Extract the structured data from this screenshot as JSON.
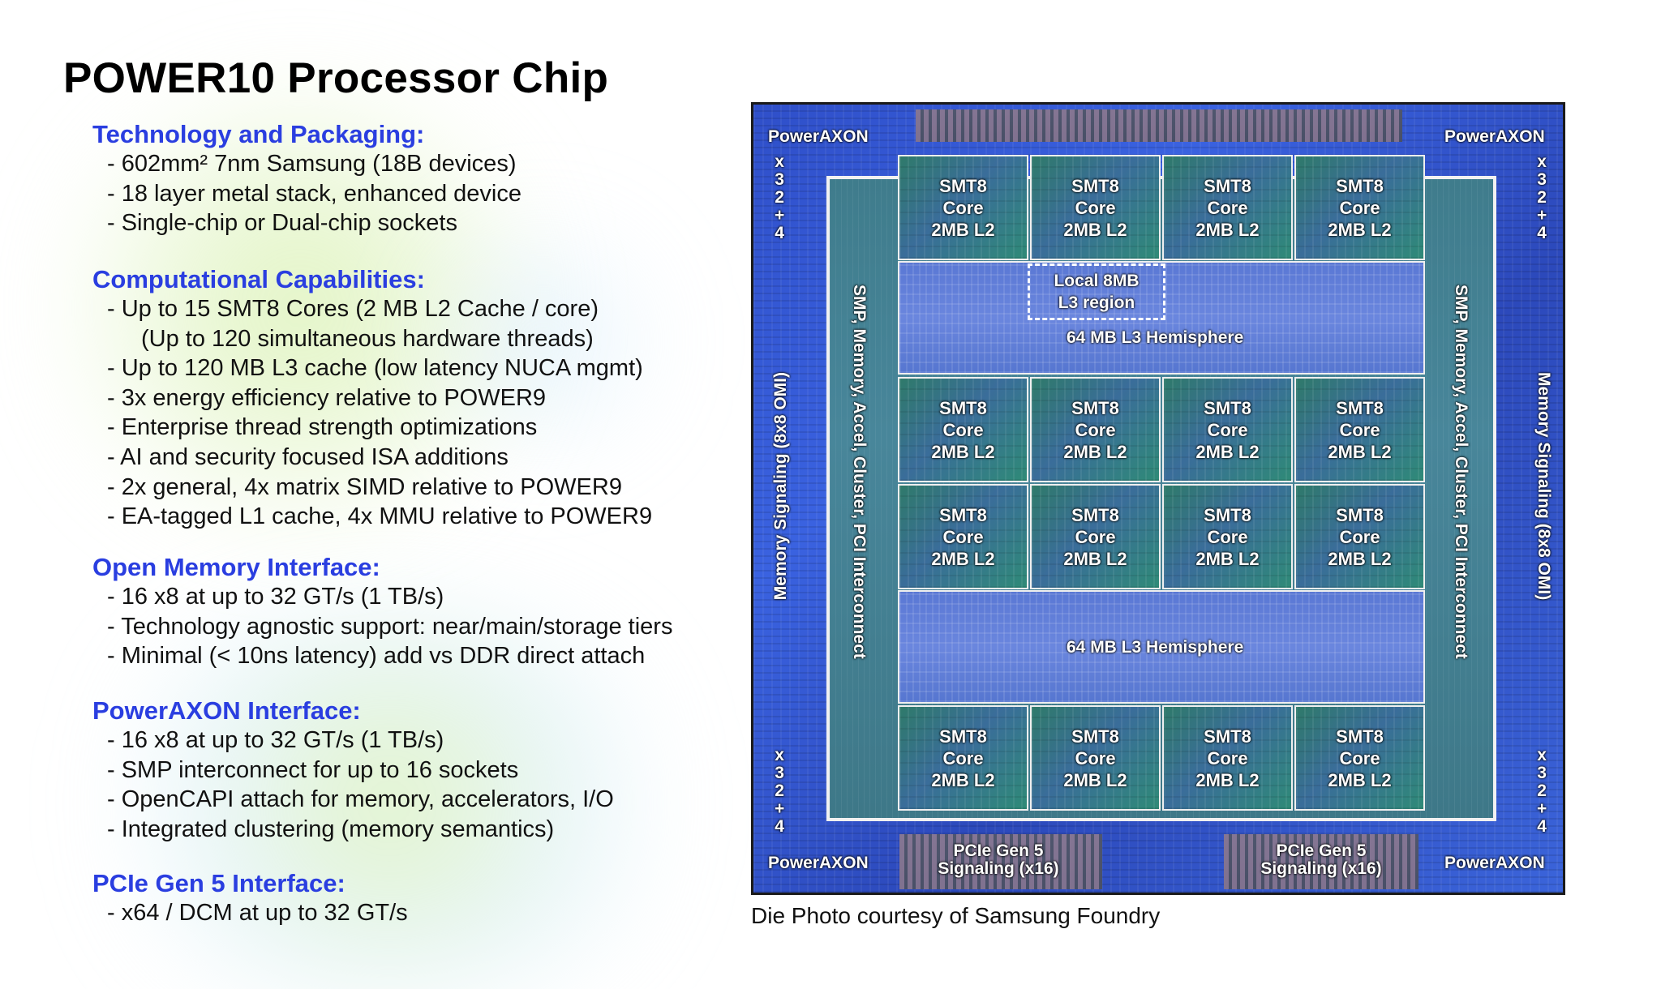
{
  "title": "POWER10 Processor Chip",
  "sections": [
    {
      "heading": "Technology and Packaging:",
      "items": [
        "- 602mm² 7nm Samsung (18B devices)",
        "- 18 layer metal stack, enhanced device",
        "- Single-chip or Dual-chip sockets"
      ]
    },
    {
      "heading": "Computational Capabilities:",
      "items": [
        "- Up to 15 SMT8 Cores (2 MB L2 Cache / core)",
        "(Up to 120 simultaneous hardware threads)",
        "- Up to 120 MB L3 cache (low latency NUCA mgmt)",
        "- 3x energy efficiency relative to POWER9",
        "- Enterprise thread strength optimizations",
        "- AI and security focused ISA additions",
        "- 2x general, 4x matrix SIMD relative to POWER9",
        "- EA-tagged L1 cache, 4x MMU relative to POWER9"
      ]
    },
    {
      "heading": "Open Memory Interface:",
      "items": [
        "- 16 x8 at up to 32 GT/s (1 TB/s)",
        "- Technology agnostic support: near/main/storage tiers",
        "- Minimal (< 10ns latency) add vs DDR direct attach"
      ]
    },
    {
      "heading": "PowerAXON Interface:",
      "items": [
        "- 16 x8 at up to 32 GT/s (1 TB/s)",
        "- SMP interconnect for up to 16 sockets",
        "- OpenCAPI attach for memory, accelerators, I/O",
        "- Integrated clustering (memory semantics)"
      ]
    },
    {
      "heading": "PCIe Gen 5 Interface:",
      "items": [
        "- x64 / DCM at up to 32 GT/s"
      ]
    }
  ],
  "die": {
    "core_line1": "SMT8",
    "core_line2": "Core",
    "core_line3": "2MB L2",
    "l3_label": "64 MB L3 Hemisphere",
    "local_l3_line1": "Local 8MB",
    "local_l3_line2": "L3 region",
    "poweraxon": "PowerAXON",
    "axon_width": [
      "x",
      "3",
      "2",
      "+",
      "4"
    ],
    "smp_label": "SMP, Memory, Accel, Cluster, PCI Interconnect",
    "mem_signal_label": "Memory Signaling (8x8 OMI)",
    "pcie_line1": "PCIe Gen 5",
    "pcie_line2": "Signaling (x16)"
  },
  "caption": "Die Photo courtesy of Samsung Foundry"
}
